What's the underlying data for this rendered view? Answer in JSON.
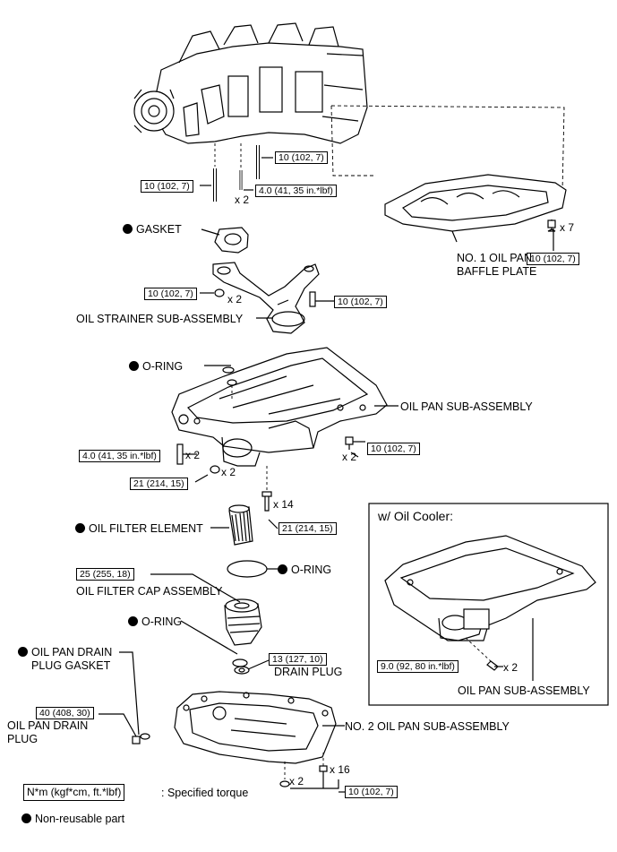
{
  "legend": {
    "torque_box": "N*m (kgf*cm, ft.*lbf)",
    "torque_text": ": Specified torque",
    "non_reusable": "Non-reusable part"
  },
  "inset": {
    "title": "w/ Oil Cooler:"
  },
  "labels": {
    "gasket": "GASKET",
    "baffle_l1": "NO. 1 OIL PAN",
    "baffle_l2": "BAFFLE PLATE",
    "strainer": "OIL STRAINER SUB-ASSEMBLY",
    "oring_top": "O-RING",
    "oil_pan": "OIL PAN SUB-ASSEMBLY",
    "filter_element": "OIL FILTER ELEMENT",
    "oring_mid": "O-RING",
    "filter_cap": "OIL FILTER CAP ASSEMBLY",
    "oring_cap": "O-RING",
    "drain_gasket_l1": "OIL PAN DRAIN",
    "drain_gasket_l2": "PLUG GASKET",
    "drain_plug": "DRAIN PLUG",
    "drain_plug_torque_l1": "OIL PAN DRAIN",
    "drain_plug_torque_l2": "PLUG",
    "no2_pan": "NO. 2 OIL PAN SUB-ASSEMBLY",
    "inset_pan": "OIL PAN SUB-ASSEMBLY"
  },
  "torques": {
    "t1": "10 (102, 7)",
    "t2": "10 (102, 7)",
    "t3": "4.0 (41, 35 in.*lbf)",
    "t4": "10 (102, 7)",
    "t5": "10 (102, 7)",
    "t6": "10 (102, 7)",
    "t7": "4.0 (41, 35 in.*lbf)",
    "t8": "10 (102, 7)",
    "t9": "21 (214, 15)",
    "t10": "21 (214, 15)",
    "t11": "25 (255, 18)",
    "t12": "13 (127, 10)",
    "t13": "40 (408, 30)",
    "t14": "10 (102, 7)",
    "t15": "9.0 (92, 80 in.*lbf)"
  },
  "counts": {
    "c1": "x 2",
    "c2": "x 7",
    "c3": "x 2",
    "c4": "x 2",
    "c5": "x 2",
    "c6": "x 2",
    "c7": "x 14",
    "c8": "x 2",
    "c9": "x 16",
    "c10": "x 2"
  }
}
